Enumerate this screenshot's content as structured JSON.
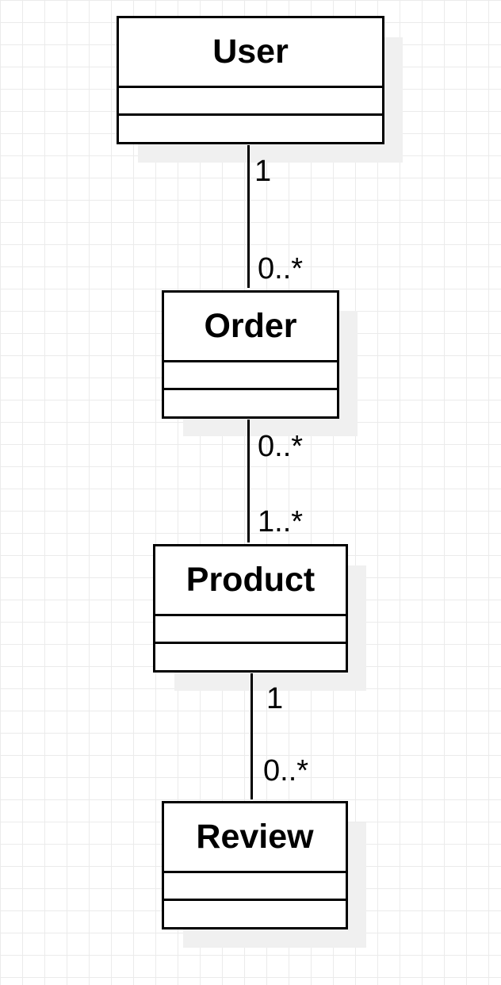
{
  "diagram": {
    "type": "uml-class-diagram",
    "grid": true,
    "classes": [
      {
        "id": "user",
        "name": "User",
        "attributes": [],
        "methods": []
      },
      {
        "id": "order",
        "name": "Order",
        "attributes": [],
        "methods": []
      },
      {
        "id": "product",
        "name": "Product",
        "attributes": [],
        "methods": []
      },
      {
        "id": "review",
        "name": "Review",
        "attributes": [],
        "methods": []
      }
    ],
    "associations": [
      {
        "from": "User",
        "to": "Order",
        "from_multiplicity": "1",
        "to_multiplicity": "0..*"
      },
      {
        "from": "Order",
        "to": "Product",
        "from_multiplicity": "0..*",
        "to_multiplicity": "1..*"
      },
      {
        "from": "Product",
        "to": "Review",
        "from_multiplicity": "1",
        "to_multiplicity": "0..*"
      }
    ]
  }
}
